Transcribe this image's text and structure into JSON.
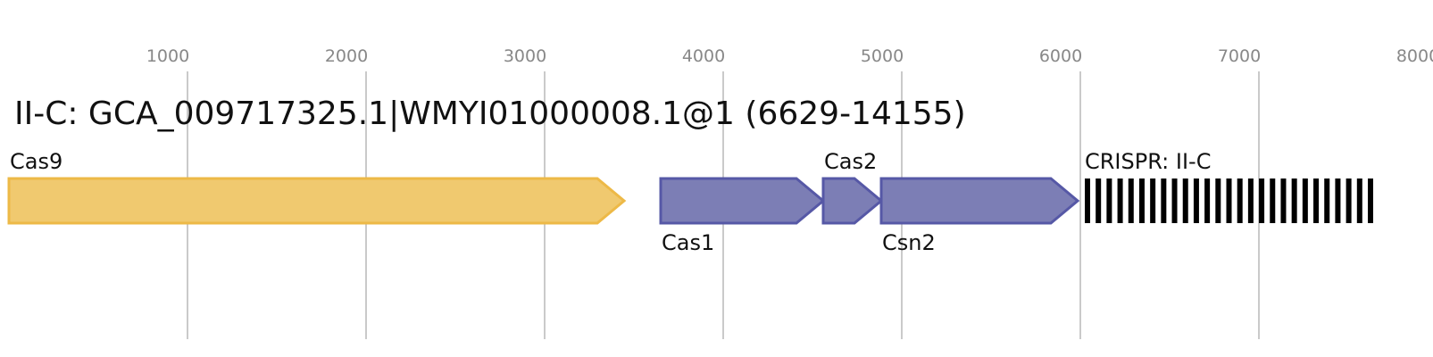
{
  "title": "II-C: GCA_009717325.1|WMYI01000008.1@1 (6629-14155)",
  "axis": {
    "ticks": [
      1000,
      2000,
      3000,
      4000,
      5000,
      6000,
      7000,
      8000
    ],
    "tick_labels": [
      "1000",
      "2000",
      "3000",
      "4000",
      "5000",
      "6000",
      "7000",
      "8000"
    ],
    "gridline_color": "#b8b8b8"
  },
  "genes": [
    {
      "name": "Cas9",
      "start": 0,
      "end": 3445,
      "strand": "+",
      "label_position": "above",
      "fill": "#f0c96f",
      "stroke": "#edb947"
    },
    {
      "name": "Cas1",
      "start": 3650,
      "end": 4560,
      "strand": "+",
      "label_position": "below",
      "fill": "#7c7eb5",
      "stroke": "#5658a6"
    },
    {
      "name": "Cas2",
      "start": 4560,
      "end": 4885,
      "strand": "+",
      "label_position": "above",
      "fill": "#7c7eb5",
      "stroke": "#5658a6"
    },
    {
      "name": "Csn2",
      "start": 4885,
      "end": 5985,
      "strand": "+",
      "label_position": "below",
      "fill": "#7c7eb5",
      "stroke": "#5658a6"
    }
  ],
  "crispr": {
    "label": "CRISPR: II-C",
    "start": 6025,
    "end": 7640,
    "repeat_count": 27,
    "color": "#000000"
  }
}
